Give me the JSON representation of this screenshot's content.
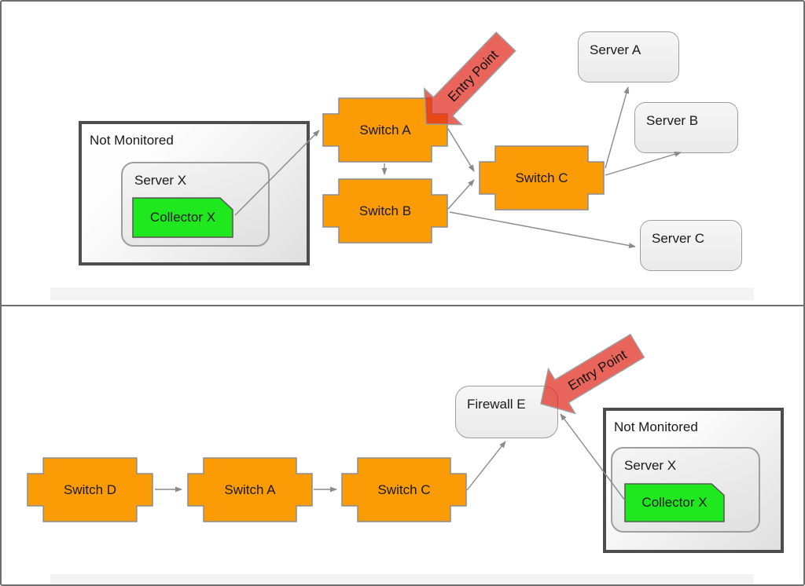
{
  "colors": {
    "switch_fill": "#fb9b06",
    "collector_fill": "#1fe81f",
    "entry_arrow": "#e0291c",
    "border_dark": "#4d4d4d",
    "connector": "#8a8a8a"
  },
  "top_diagram": {
    "not_monitored_label": "Not Monitored",
    "server_x_label": "Server X",
    "collector_x_label": "Collector X",
    "switch_a": "Switch A",
    "switch_b": "Switch B",
    "switch_c": "Switch C",
    "server_a": "Server A",
    "server_b": "Server B",
    "server_c": "Server C",
    "entry_point": "Entry Point"
  },
  "bottom_diagram": {
    "switch_d": "Switch D",
    "switch_a": "Switch A",
    "switch_c": "Switch C",
    "firewall_e": "Firewall E",
    "not_monitored_label": "Not Monitored",
    "server_x_label": "Server X",
    "collector_x_label": "Collector X",
    "entry_point": "Entry Point"
  }
}
